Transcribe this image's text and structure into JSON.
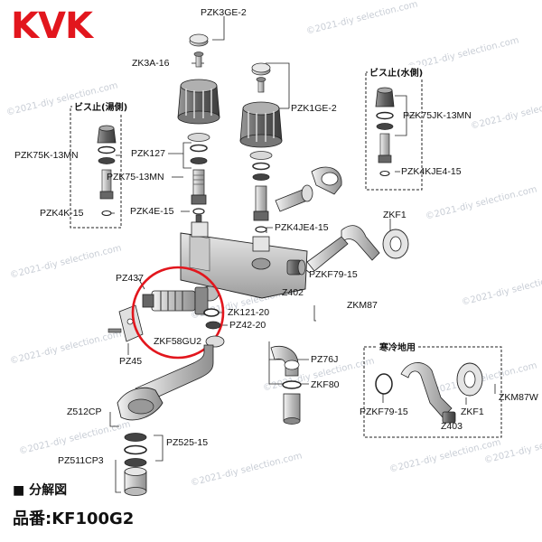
{
  "brand": {
    "logo_text": "KVK",
    "logo_color": "#e2161d"
  },
  "watermark_text": "©2021-diy selection.com",
  "footer": {
    "section_marker": "■",
    "section_title": "分解図",
    "model_label": "品番:KF100G2"
  },
  "boxes": {
    "hot_side_title": "ビス止(湯側)",
    "cold_side_title": "ビス止(水側)",
    "cold_region_title": "寒冷地用"
  },
  "highlight_color": "#e2161d",
  "labels": {
    "PZK3GE_2": "PZK3GE-2",
    "ZK3A_16": "ZK3A-16",
    "PZK1GE_2": "PZK1GE-2",
    "PZK127": "PZK127",
    "PZK75_13MN": "PZK75-13MN",
    "PZK4E_15": "PZK4E-15",
    "PZK75K_13MN": "PZK75K-13MN",
    "PZK4K_15": "PZK4K-15",
    "PZK75JK_13MN": "PZK75JK-13MN",
    "PZK4KJE4_15": "PZK4KJE4-15",
    "PZK4JE4_15": "PZK4JE4-15",
    "ZKF1_top": "ZKF1",
    "PZKF79_15_top": "PZKF79-15",
    "Z402": "Z402",
    "ZKM87": "ZKM87",
    "PZ437": "PZ437",
    "ZK121_20": "ZK121-20",
    "PZ42_20": "PZ42-20",
    "ZKF58GU2": "ZKF58GU2",
    "PZ45": "PZ45",
    "PZ76J": "PZ76J",
    "ZKF80": "ZKF80",
    "Z512CP": "Z512CP",
    "PZ525_15": "PZ525-15",
    "PZ511CP3": "PZ511CP3",
    "PZKF79_15_cold": "PZKF79-15",
    "ZKF1_cold": "ZKF1",
    "ZKM87W": "ZKM87W",
    "Z403": "Z403"
  }
}
